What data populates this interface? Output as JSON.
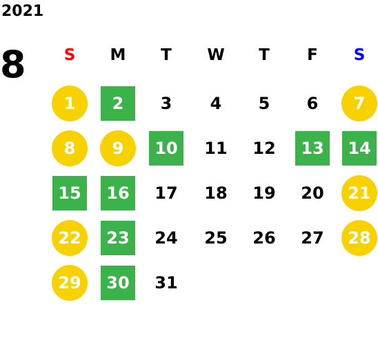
{
  "calendar": {
    "year": "2021",
    "month": "8",
    "weekdays": [
      {
        "label": "S",
        "color": "#ff0000"
      },
      {
        "label": "M",
        "color": "#000000"
      },
      {
        "label": "T",
        "color": "#000000"
      },
      {
        "label": "W",
        "color": "#000000"
      },
      {
        "label": "T",
        "color": "#000000"
      },
      {
        "label": "F",
        "color": "#000000"
      },
      {
        "label": "S",
        "color": "#0000ff"
      }
    ],
    "first_weekday_index": 0,
    "days": [
      {
        "day": "1",
        "style": "holiday"
      },
      {
        "day": "2",
        "style": "green"
      },
      {
        "day": "3",
        "style": "plain"
      },
      {
        "day": "4",
        "style": "plain"
      },
      {
        "day": "5",
        "style": "plain"
      },
      {
        "day": "6",
        "style": "plain"
      },
      {
        "day": "7",
        "style": "holiday"
      },
      {
        "day": "8",
        "style": "holiday"
      },
      {
        "day": "9",
        "style": "holiday"
      },
      {
        "day": "10",
        "style": "green"
      },
      {
        "day": "11",
        "style": "plain"
      },
      {
        "day": "12",
        "style": "plain"
      },
      {
        "day": "13",
        "style": "green"
      },
      {
        "day": "14",
        "style": "green"
      },
      {
        "day": "15",
        "style": "green"
      },
      {
        "day": "16",
        "style": "green"
      },
      {
        "day": "17",
        "style": "plain"
      },
      {
        "day": "18",
        "style": "plain"
      },
      {
        "day": "19",
        "style": "plain"
      },
      {
        "day": "20",
        "style": "plain"
      },
      {
        "day": "21",
        "style": "holiday"
      },
      {
        "day": "22",
        "style": "holiday"
      },
      {
        "day": "23",
        "style": "green"
      },
      {
        "day": "24",
        "style": "plain"
      },
      {
        "day": "25",
        "style": "plain"
      },
      {
        "day": "26",
        "style": "plain"
      },
      {
        "day": "27",
        "style": "plain"
      },
      {
        "day": "28",
        "style": "holiday"
      },
      {
        "day": "29",
        "style": "holiday"
      },
      {
        "day": "30",
        "style": "green"
      },
      {
        "day": "31",
        "style": "plain"
      }
    ],
    "colors": {
      "holiday": "#f8d200",
      "green": "#3cb34a"
    }
  }
}
